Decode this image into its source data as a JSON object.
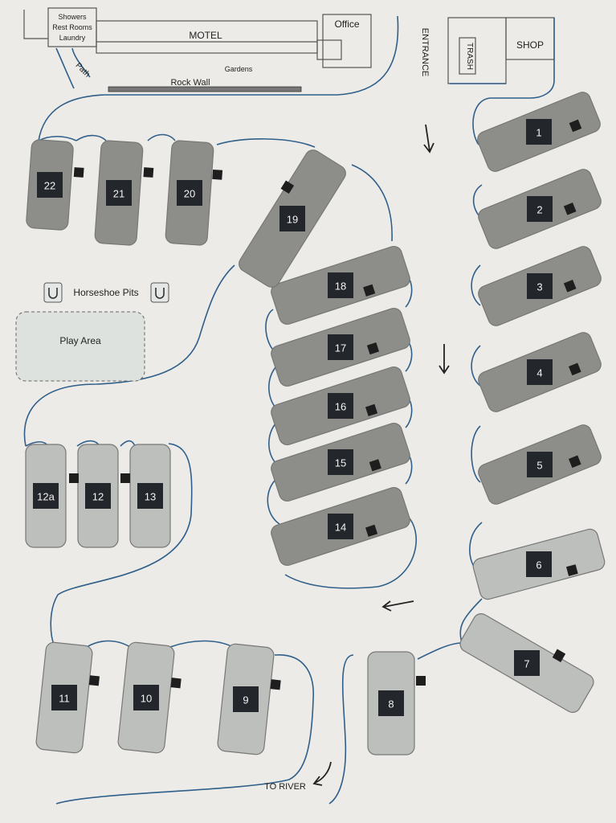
{
  "map": {
    "labels": {
      "showers": "Showers",
      "restrooms": "Rest Rooms",
      "laundry": "Laundry",
      "motel": "MOTEL",
      "office": "Office",
      "gardens": "Gardens",
      "path": "Path",
      "rock_wall": "Rock Wall",
      "entrance": "ENTRANCE",
      "trash": "TRASH",
      "shop": "SHOP",
      "horseshoe_pits": "Horseshoe Pits",
      "play_area": "Play Area",
      "to_river": "TO RIVER"
    },
    "sites": [
      "1",
      "2",
      "3",
      "4",
      "5",
      "6",
      "7",
      "8",
      "9",
      "10",
      "11",
      "12",
      "12a",
      "13",
      "14",
      "15",
      "16",
      "17",
      "18",
      "19",
      "20",
      "21",
      "22"
    ],
    "colors": {
      "pad_dark": "#8d8d8a",
      "pad_light": "#bdbfbd",
      "road": "#2f5f8a",
      "background": "#ecebe7"
    }
  }
}
